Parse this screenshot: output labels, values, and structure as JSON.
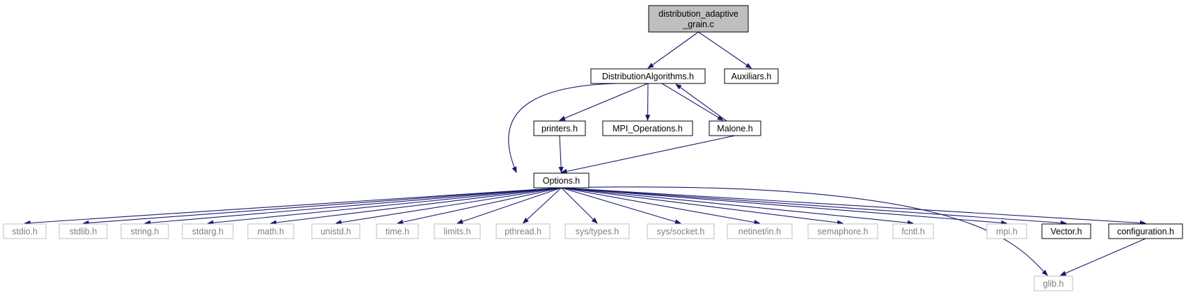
{
  "graph": {
    "colors": {
      "root_fill": "#bfbfbf",
      "node_border": "#000000",
      "external_border": "#bfbfbf",
      "external_text": "#808080",
      "text": "#000000",
      "edge": "#191970"
    },
    "nodes": [
      {
        "id": "root",
        "lines": [
          "distribution_adaptive",
          "_grain.c"
        ],
        "kind": "root"
      },
      {
        "id": "distalg",
        "lines": [
          "DistributionAlgorithms.h"
        ],
        "kind": "local"
      },
      {
        "id": "aux",
        "lines": [
          "Auxiliars.h"
        ],
        "kind": "local"
      },
      {
        "id": "printers",
        "lines": [
          "printers.h"
        ],
        "kind": "local"
      },
      {
        "id": "mpiops",
        "lines": [
          "MPI_Operations.h"
        ],
        "kind": "local"
      },
      {
        "id": "malone",
        "lines": [
          "Malone.h"
        ],
        "kind": "local"
      },
      {
        "id": "options",
        "lines": [
          "Options.h"
        ],
        "kind": "local"
      },
      {
        "id": "stdio",
        "lines": [
          "stdio.h"
        ],
        "kind": "external"
      },
      {
        "id": "stdlib",
        "lines": [
          "stdlib.h"
        ],
        "kind": "external"
      },
      {
        "id": "string",
        "lines": [
          "string.h"
        ],
        "kind": "external"
      },
      {
        "id": "stdarg",
        "lines": [
          "stdarg.h"
        ],
        "kind": "external"
      },
      {
        "id": "math",
        "lines": [
          "math.h"
        ],
        "kind": "external"
      },
      {
        "id": "unistd",
        "lines": [
          "unistd.h"
        ],
        "kind": "external"
      },
      {
        "id": "time",
        "lines": [
          "time.h"
        ],
        "kind": "external"
      },
      {
        "id": "limits",
        "lines": [
          "limits.h"
        ],
        "kind": "external"
      },
      {
        "id": "pthread",
        "lines": [
          "pthread.h"
        ],
        "kind": "external"
      },
      {
        "id": "systypes",
        "lines": [
          "sys/types.h"
        ],
        "kind": "external"
      },
      {
        "id": "syssocket",
        "lines": [
          "sys/socket.h"
        ],
        "kind": "external"
      },
      {
        "id": "netinet",
        "lines": [
          "netinet/in.h"
        ],
        "kind": "external"
      },
      {
        "id": "semaphore",
        "lines": [
          "semaphore.h"
        ],
        "kind": "external"
      },
      {
        "id": "fcntl",
        "lines": [
          "fcntl.h"
        ],
        "kind": "external"
      },
      {
        "id": "mpi",
        "lines": [
          "mpi.h"
        ],
        "kind": "external"
      },
      {
        "id": "vector",
        "lines": [
          "Vector.h"
        ],
        "kind": "local"
      },
      {
        "id": "configuration",
        "lines": [
          "configuration.h"
        ],
        "kind": "local"
      },
      {
        "id": "glib",
        "lines": [
          "glib.h"
        ],
        "kind": "external"
      }
    ],
    "edges": [
      [
        "root",
        "distalg"
      ],
      [
        "root",
        "aux"
      ],
      [
        "distalg",
        "options"
      ],
      [
        "distalg",
        "printers"
      ],
      [
        "distalg",
        "mpiops"
      ],
      [
        "distalg",
        "malone"
      ],
      [
        "malone",
        "distalg"
      ],
      [
        "malone",
        "options"
      ],
      [
        "printers",
        "options"
      ],
      [
        "options",
        "stdio"
      ],
      [
        "options",
        "stdlib"
      ],
      [
        "options",
        "string"
      ],
      [
        "options",
        "stdarg"
      ],
      [
        "options",
        "math"
      ],
      [
        "options",
        "unistd"
      ],
      [
        "options",
        "time"
      ],
      [
        "options",
        "limits"
      ],
      [
        "options",
        "pthread"
      ],
      [
        "options",
        "systypes"
      ],
      [
        "options",
        "syssocket"
      ],
      [
        "options",
        "netinet"
      ],
      [
        "options",
        "semaphore"
      ],
      [
        "options",
        "fcntl"
      ],
      [
        "options",
        "mpi"
      ],
      [
        "options",
        "vector"
      ],
      [
        "options",
        "configuration"
      ],
      [
        "options",
        "glib"
      ],
      [
        "configuration",
        "glib"
      ]
    ]
  }
}
